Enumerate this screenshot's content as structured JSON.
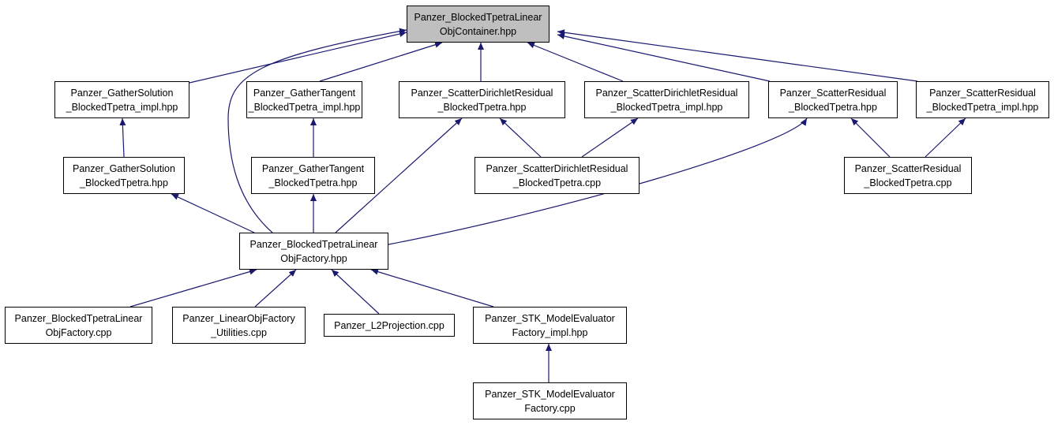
{
  "colors": {
    "edge": "#191970",
    "root_fill": "#bfbfbf",
    "node_fill": "#ffffff",
    "node_border": "#000000"
  },
  "nodes": {
    "root": {
      "lines": [
        "Panzer_BlockedTpetraLinear",
        "ObjContainer.hpp"
      ]
    },
    "gather_solution_impl": {
      "lines": [
        "Panzer_GatherSolution",
        "_BlockedTpetra_impl.hpp"
      ]
    },
    "gather_tangent_impl": {
      "lines": [
        "Panzer_GatherTangent",
        "_BlockedTpetra_impl.hpp"
      ]
    },
    "scatter_dirichlet_hpp": {
      "lines": [
        "Panzer_ScatterDirichletResidual",
        "_BlockedTpetra.hpp"
      ]
    },
    "scatter_dirichlet_impl": {
      "lines": [
        "Panzer_ScatterDirichletResidual",
        "_BlockedTpetra_impl.hpp"
      ]
    },
    "scatter_residual_hpp": {
      "lines": [
        "Panzer_ScatterResidual",
        "_BlockedTpetra.hpp"
      ]
    },
    "scatter_residual_impl": {
      "lines": [
        "Panzer_ScatterResidual",
        "_BlockedTpetra_impl.hpp"
      ]
    },
    "gather_solution_hpp": {
      "lines": [
        "Panzer_GatherSolution",
        "_BlockedTpetra.hpp"
      ]
    },
    "gather_tangent_hpp": {
      "lines": [
        "Panzer_GatherTangent",
        "_BlockedTpetra.hpp"
      ]
    },
    "scatter_dirichlet_cpp": {
      "lines": [
        "Panzer_ScatterDirichletResidual",
        "_BlockedTpetra.cpp"
      ]
    },
    "scatter_residual_cpp": {
      "lines": [
        "Panzer_ScatterResidual",
        "_BlockedTpetra.cpp"
      ]
    },
    "factory_hpp": {
      "lines": [
        "Panzer_BlockedTpetraLinear",
        "ObjFactory.hpp"
      ]
    },
    "factory_cpp": {
      "lines": [
        "Panzer_BlockedTpetraLinear",
        "ObjFactory.cpp"
      ]
    },
    "factory_utilities": {
      "lines": [
        "Panzer_LinearObjFactory",
        "_Utilities.cpp"
      ]
    },
    "l2projection": {
      "lines": [
        "Panzer_L2Projection.cpp"
      ]
    },
    "model_eval_impl": {
      "lines": [
        "Panzer_STK_ModelEvaluator",
        "Factory_impl.hpp"
      ]
    },
    "model_eval_cpp": {
      "lines": [
        "Panzer_STK_ModelEvaluator",
        "Factory.cpp"
      ]
    }
  }
}
